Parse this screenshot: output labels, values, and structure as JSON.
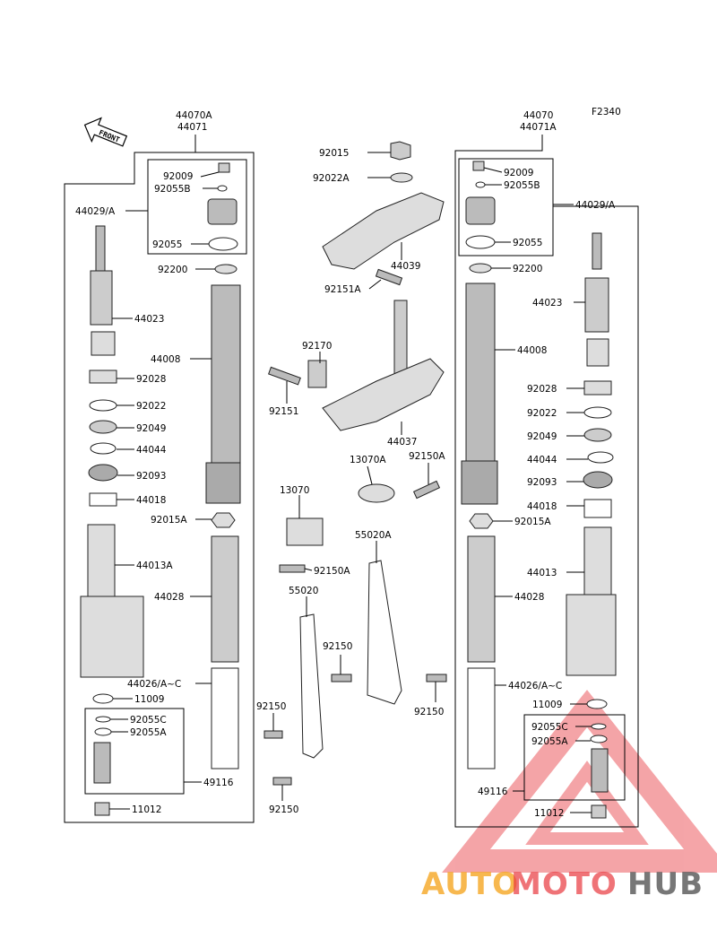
{
  "figure_code": "F2340",
  "front_label": "FRONT",
  "left": {
    "header": [
      "44070A",
      "44071"
    ],
    "labels": [
      "92009",
      "92055B",
      "44029/A",
      "92055",
      "92200",
      "44023",
      "44008",
      "92028",
      "92022",
      "92049",
      "44044",
      "92093",
      "44018",
      "92015A",
      "44013A",
      "44028",
      "44026/A~C",
      "11009",
      "92055C",
      "92055A",
      "49116",
      "11012"
    ]
  },
  "right": {
    "header": [
      "44070",
      "44071A"
    ],
    "labels": [
      "92009",
      "92055B",
      "44029/A",
      "92055",
      "92200",
      "44023",
      "44008",
      "92028",
      "92022",
      "92049",
      "44044",
      "92093",
      "44018",
      "92015A",
      "44013",
      "44028",
      "44026/A~C",
      "11009",
      "92055C",
      "92055A",
      "49116",
      "11012"
    ]
  },
  "center": {
    "labels": [
      "92015",
      "92022A",
      "44039",
      "92151A",
      "92170",
      "92151",
      "44037",
      "13070A",
      "92150A",
      "13070",
      "92150A",
      "55020A",
      "55020",
      "92150",
      "92150",
      "92150",
      "92150"
    ]
  },
  "watermark": {
    "part1": "AUTO",
    "part2": "MOTO",
    "part3": "HUB",
    "colors": {
      "auto": "#f5a623",
      "moto": "#e8383d",
      "hub": "#555555",
      "triangle": "#e8383d"
    }
  }
}
